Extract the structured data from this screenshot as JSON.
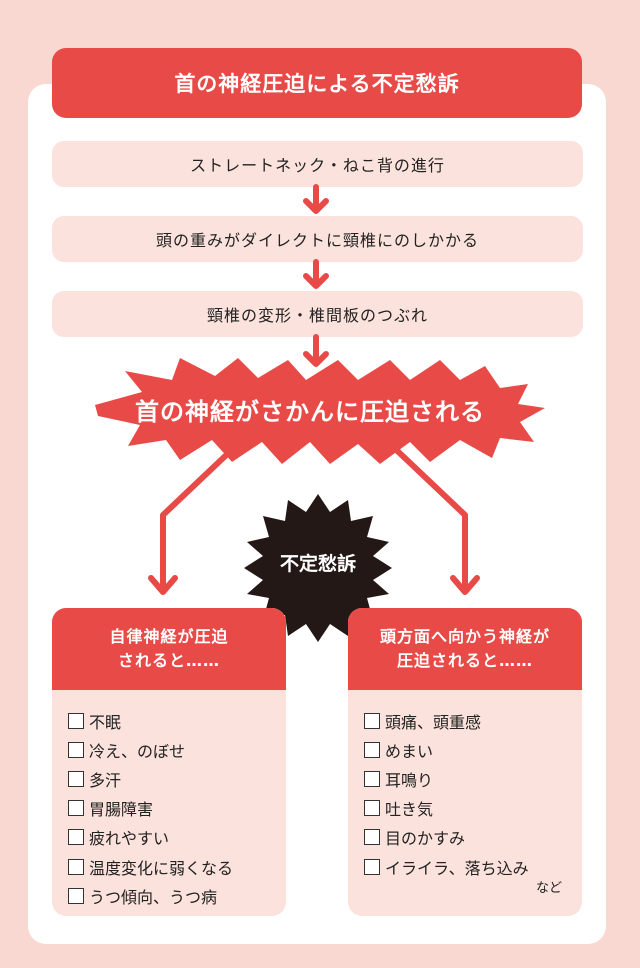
{
  "title": "首の神経圧迫による不定愁訴",
  "steps": [
    "ストレートネック・ねこ背の進行",
    "頭の重みがダイレクトに頸椎にのしかかる",
    "頸椎の変形・椎間板のつぶれ"
  ],
  "burst": "首の神経がさかんに圧迫される",
  "center": "不定愁訴",
  "left": {
    "heading_line1": "自律神経が圧迫",
    "heading_line2": "されると……",
    "items": [
      "不眠",
      "冷え、のぼせ",
      "多汗",
      "胃腸障害",
      "疲れやすい",
      "温度変化に弱くなる",
      "うつ傾向、うつ病"
    ]
  },
  "right": {
    "heading_line1": "頭方面へ向かう神経が",
    "heading_line2": "圧迫されると……",
    "items": [
      "頭痛、頭重感",
      "めまい",
      "耳鳴り",
      "吐き気",
      "目のかすみ",
      "イライラ、落ち込み"
    ],
    "note": "など"
  },
  "colors": {
    "background": "#f8d8d0",
    "card": "#ffffff",
    "accent": "#e84a47",
    "step_fill": "#fbe2dc",
    "dark_burst": "#231815"
  }
}
